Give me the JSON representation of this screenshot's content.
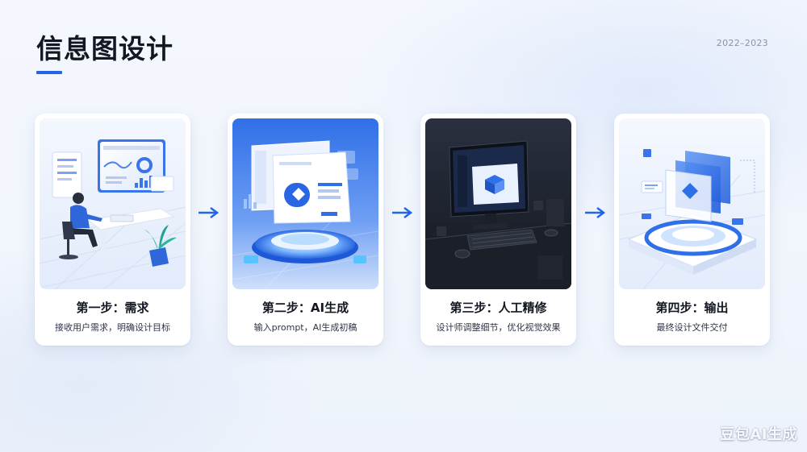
{
  "header": {
    "title": "信息图设计",
    "year": "2022–2023"
  },
  "accent_color": "#2464e6",
  "steps": [
    {
      "title": "第一步：需求",
      "desc": "接收用户需求，明确设计目标",
      "illustration": "person-at-desk-dashboard-icon"
    },
    {
      "title": "第二步：AI生成",
      "desc": "输入prompt，AI生成初稿",
      "illustration": "ai-platform-screen-icon"
    },
    {
      "title": "第三步：人工精修",
      "desc": "设计师调整细节，优化视觉效果",
      "illustration": "dark-desk-monitor-icon"
    },
    {
      "title": "第四步：输出",
      "desc": "最终设计文件交付",
      "illustration": "layered-output-stack-icon"
    }
  ],
  "arrows": [
    "arrow-right-icon",
    "arrow-right-icon",
    "arrow-right-icon"
  ],
  "watermark": "豆包AI生成"
}
